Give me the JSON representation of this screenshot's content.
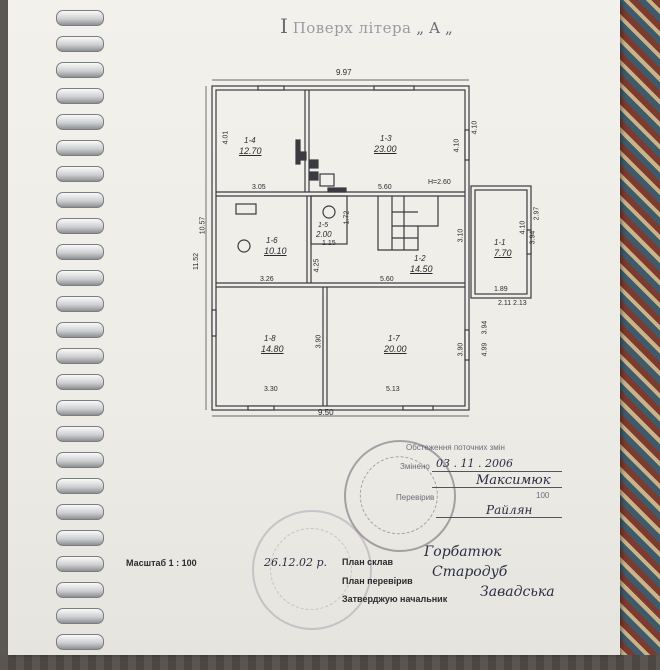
{
  "header": {
    "title_roman": "I",
    "title_text": "Поверх літера",
    "title_letter": "„ А „"
  },
  "dimensions": {
    "top_total": "9.97",
    "bottom_total": "9.50",
    "left_total": "11.52",
    "left_segment": "10.57",
    "right_total": "3.94",
    "right_upper": "4.10",
    "right_lower": "3.94",
    "right_extra": "4.99"
  },
  "rooms": [
    {
      "id": "1-4",
      "area": "12.70",
      "w": "3.05",
      "h": "4.01"
    },
    {
      "id": "1-3",
      "area": "23.00",
      "w": "5.60",
      "h": "4.10"
    },
    {
      "id": "1-6",
      "area": "10.10",
      "w": "3.26",
      "h": "4.25"
    },
    {
      "id": "1-5",
      "area": "2.00",
      "w": "1.15",
      "h": "1.72"
    },
    {
      "id": "1-2",
      "area": "14.50",
      "w": "5.60",
      "h": "3.10"
    },
    {
      "id": "1-1",
      "area": "7.70",
      "w": "1.89",
      "h": "4.10"
    },
    {
      "id": "1-8",
      "area": "14.80",
      "w": "3.30",
      "h": "3.90"
    },
    {
      "id": "1-7",
      "area": "20.00",
      "w": "5.13",
      "h": "3.90"
    }
  ],
  "extra_labels": {
    "h_label": "H=2.60",
    "porch_label": "2.11 2.13",
    "porch_side": "2.97"
  },
  "inventory_stamp": {
    "title": "Обстеження поточних змін",
    "date_label": "Змінено",
    "date_value": "03 . 11 . 2006",
    "inspector_value": "Максимюк",
    "checked_label": "Перевірив",
    "checked_value": "Райлян",
    "dash_value": "100"
  },
  "footer": {
    "scale_label": "Масштаб 1 : 100",
    "date": "26.12.02 р.",
    "made_by_label": "План склав",
    "made_by_value": "Горбатюк",
    "checked_by_label": "План перевірив",
    "checked_by_value": "Стародуб",
    "approved_label": "Затверджую начальник",
    "approved_value": "Завадська"
  }
}
